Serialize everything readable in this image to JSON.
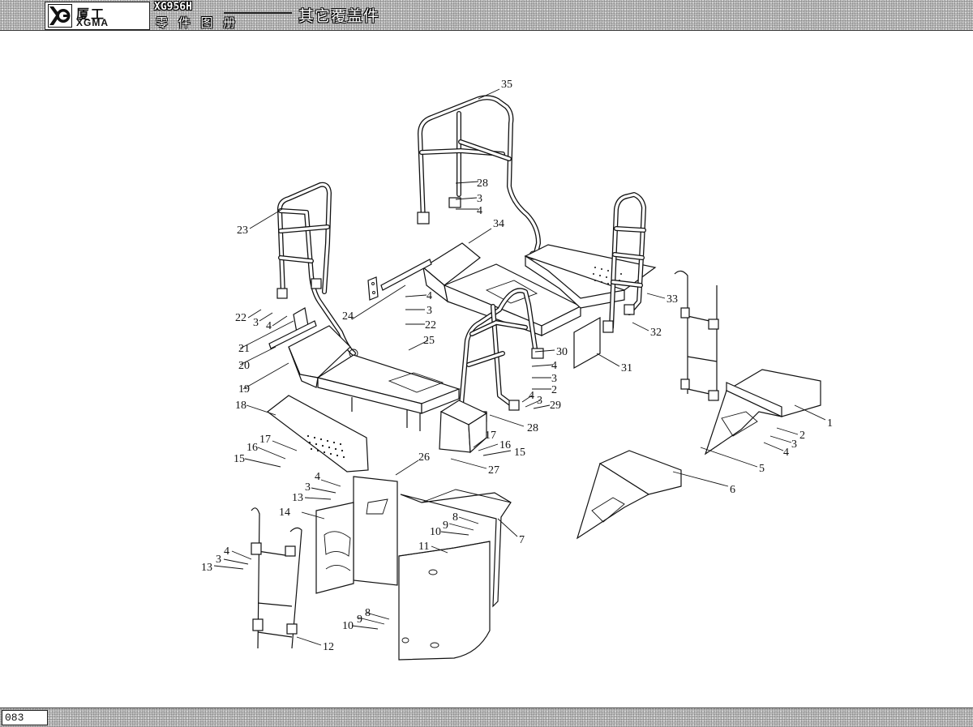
{
  "header": {
    "brand_cn": "厦工",
    "brand_en": "XGMA",
    "model": "XG956H",
    "book_title": "零 件 图 册",
    "section_title": "其它覆盖件"
  },
  "footer": {
    "page_number": "083"
  },
  "diagram": {
    "callouts": [
      "35",
      "28",
      "3",
      "4",
      "23",
      "34",
      "24",
      "4",
      "3",
      "22",
      "22",
      "3",
      "4",
      "21",
      "20",
      "19",
      "25",
      "30",
      "4",
      "3",
      "2",
      "4",
      "3",
      "29",
      "28",
      "33",
      "32",
      "31",
      "18",
      "17",
      "16",
      "15",
      "17",
      "16",
      "15",
      "27",
      "1",
      "2",
      "3",
      "4",
      "5",
      "6",
      "26",
      "4",
      "3",
      "13",
      "14",
      "8",
      "9",
      "10",
      "7",
      "11",
      "4",
      "3",
      "13",
      "9",
      "8",
      "10",
      "12"
    ]
  }
}
